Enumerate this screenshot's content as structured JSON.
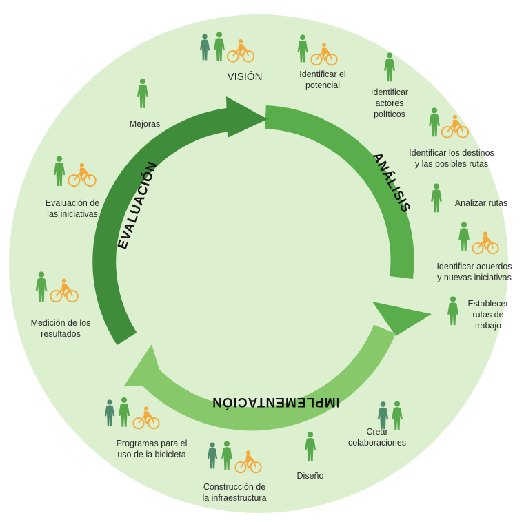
{
  "stages": {
    "analisis": "ANÁLISIS",
    "implementacion": "IMPLEMENTACIÓN",
    "evaluacion": "EVALUACIÓN"
  },
  "labels": {
    "vision": "VISIÓN",
    "identificar_potencial": "Identificar el\npotencial",
    "identificar_actores": "Identificar\nactores\npolíticos",
    "identificar_destinos": "Identificar los destinos\ny las posibles rutas",
    "analizar_rutas": "Analizar rutas",
    "identificar_acuerdos": "Identificar acuerdos\ny nuevas iniciativas",
    "establecer_rutas": "Establecer\nrutas de\ntrabajo",
    "crear_colaboraciones": "Crear\ncolaboraciones",
    "diseno": "Diseño",
    "construccion": "Construcción de\nla infraestructura",
    "programas": "Programas para el\nuso de la bicicleta",
    "medicion": "Medición de los\nresultados",
    "evaluacion_iniciativas": "Evaluación de\nlas iniciativas",
    "mejoras": "Mejoras"
  },
  "colors": {
    "background_circle": "#dcefcf",
    "arc_dark": "#3f8c3a",
    "arc_mid": "#59ad4a",
    "arc_light": "#86c86a",
    "person_green": "#58a84c",
    "person_teal": "#4f8a6a",
    "bike_orange": "#f4a93b"
  },
  "icons": [
    "person-icon",
    "bicycle-icon"
  ]
}
